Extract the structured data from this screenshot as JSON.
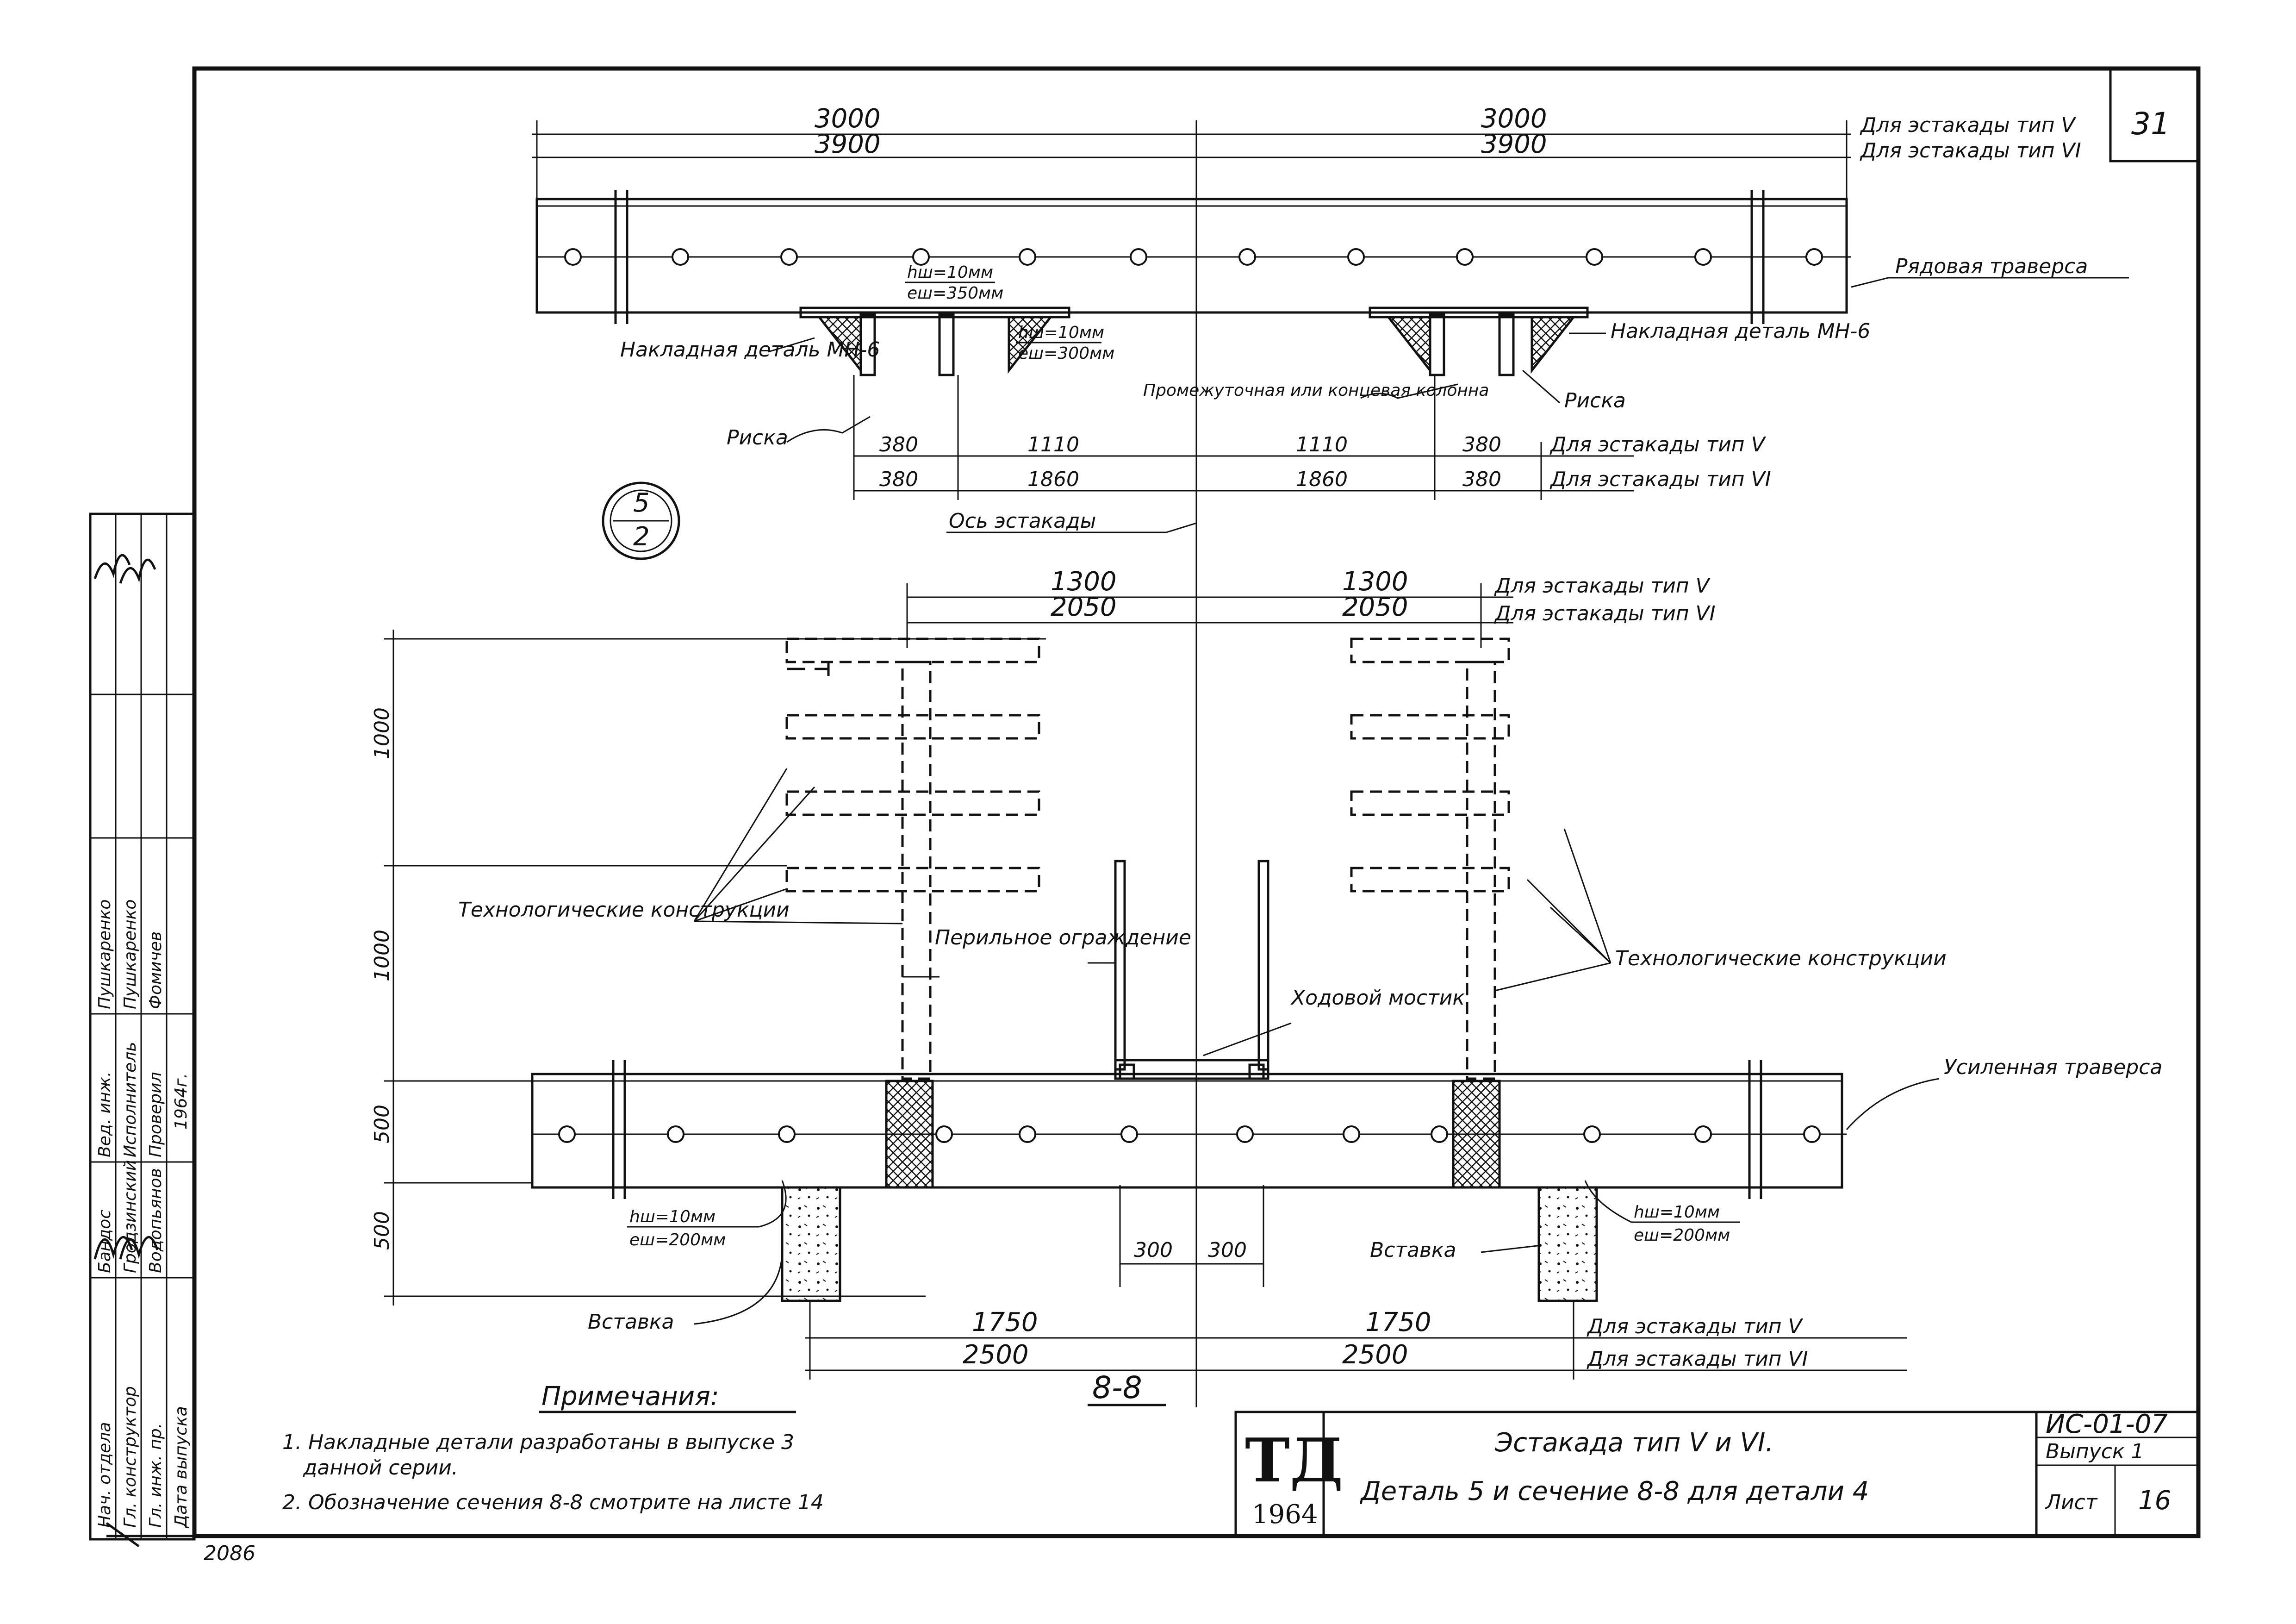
{
  "sheet_number": "31",
  "top_detail": {
    "dims_type5": [
      "3000",
      "3000"
    ],
    "dims_type6": [
      "3900",
      "3900"
    ],
    "note_type5": "Для эстакады тип V",
    "note_type6": "Для эстакады тип VI",
    "beam_label": "Рядовая траверса",
    "weld_left_1": "hш=10мм",
    "weld_left_2": "eш=350мм",
    "weld_right_1": "hш=10мм",
    "weld_right_2": "eш=300мм",
    "plate_left": "Накладная деталь МН-6",
    "plate_right": "Накладная деталь МН-6",
    "column_label": "Промежуточная или концевая колонна",
    "mark_left": "Риска",
    "mark_right": "Риска",
    "row1": [
      "380",
      "1110",
      "1110",
      "380"
    ],
    "row2": [
      "380",
      "1860",
      "1860",
      "380"
    ],
    "row1_note": "Для эстакады тип V",
    "row2_note": "Для эстакады тип VI",
    "axis_label": "Ось эстакады",
    "callout_num": "5",
    "callout_sheet": "2"
  },
  "section": {
    "dim_top5": [
      "1300",
      "1300"
    ],
    "dim_top6": [
      "2050",
      "2050"
    ],
    "note_top5": "Для эстакады тип V",
    "note_top6": "Для эстакады тип VI",
    "vdims": [
      "1000",
      "1000",
      "500",
      "500"
    ],
    "tech_left": "Технологические конструкции",
    "tech_right": "Технологические конструкции",
    "railing": "Перильное ограждение",
    "walkway": "Ходовой мостик",
    "beam_label": "Усиленная траверса",
    "weld_l_1": "hш=10мм",
    "weld_l_2": "eш=200мм",
    "weld_r_1": "hш=10мм",
    "weld_r_2": "eш=200мм",
    "insert_left": "Вставка",
    "insert_right": "Вставка",
    "mid_dims": [
      "300",
      "300"
    ],
    "bot5": [
      "1750",
      "1750"
    ],
    "bot6": [
      "2500",
      "2500"
    ],
    "bot_note5": "Для эстакады тип V",
    "bot_note6": "Для эстакады тип VI",
    "section_title": "8-8"
  },
  "notes": {
    "heading": "Примечания:",
    "line1": "1. Накладные детали разработаны в выпуске 3",
    "line2": "данной серии.",
    "line3": "2. Обозначение сечения 8-8 смотрите на листе 14"
  },
  "title_block": {
    "logo_letters": "ТД",
    "logo_year": "1964",
    "title_line1": "Эстакада тип V и VI.",
    "title_line2": "Деталь 5 и сечение 8-8 для детали 4",
    "code": "ИС-01-07",
    "issue": "Выпуск 1",
    "sheet_label": "Лист",
    "sheet_no": "16"
  },
  "left_stamp": {
    "row1": [
      "Нач. отдела",
      "Бандос",
      "Вед. инж.",
      "Пушкаренко"
    ],
    "row2": [
      "Гл. конструктор",
      "Гродзинский",
      "Исполнитель",
      "Пушкаренко"
    ],
    "row3": [
      "Гл. инж. пр.",
      "Водопьянов",
      "Проверил",
      "Фомичев"
    ],
    "row4": [
      "Дата выпуска",
      "",
      "",
      ""
    ],
    "date": "1964г."
  },
  "archive_number": "2086"
}
